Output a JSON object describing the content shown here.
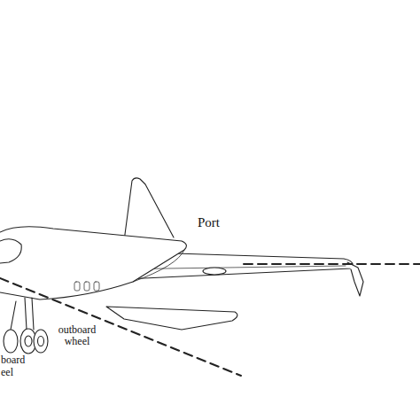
{
  "diagram": {
    "labels": [
      "Port",
      "outboard wheel",
      "board",
      "eel"
    ]
  }
}
